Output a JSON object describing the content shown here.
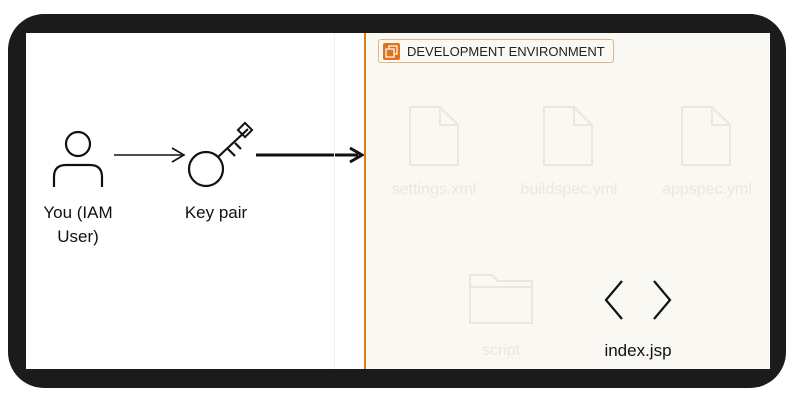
{
  "left": {
    "user": {
      "label_line1": "You (IAM",
      "label_line2": "User)",
      "icon": "user-icon"
    },
    "key": {
      "label": "Key pair",
      "icon": "key-icon"
    }
  },
  "environment": {
    "title": "DEVELOPMENT ENVIRONMENT",
    "border_color": "#e07b1a",
    "files": [
      {
        "label": "settings.xml",
        "icon": "file-icon"
      },
      {
        "label": "buildspec.yml",
        "icon": "file-icon"
      },
      {
        "label": "appspec.yml",
        "icon": "file-icon"
      }
    ],
    "folder": {
      "label": "script",
      "icon": "folder-icon"
    },
    "jsp": {
      "label": "index.jsp",
      "icon": "code-brackets-icon"
    }
  }
}
